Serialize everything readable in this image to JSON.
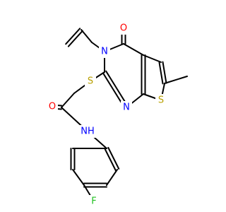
{
  "molecule": {
    "atoms": {
      "O1": {
        "symbol": "O",
        "color": "#ff0000"
      },
      "O2": {
        "symbol": "O",
        "color": "#ff0000"
      },
      "N3": {
        "symbol": "N",
        "color": "#0000ff"
      },
      "N1": {
        "symbol": "N",
        "color": "#0000ff"
      },
      "NH": {
        "symbol": "NH",
        "color": "#0000ff"
      },
      "S1": {
        "symbol": "S",
        "color": "#b8a000"
      },
      "S2": {
        "symbol": "S",
        "color": "#b8a000"
      },
      "F": {
        "symbol": "F",
        "color": "#20c020"
      }
    }
  }
}
